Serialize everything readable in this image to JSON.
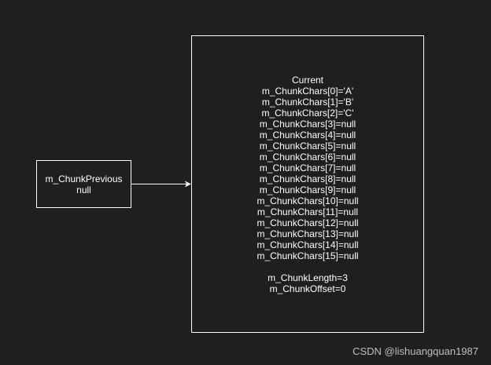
{
  "previous_node": {
    "line1": "m_ChunkPrevious",
    "line2": "null"
  },
  "current_node": {
    "title": "Current",
    "chunk_chars": [
      "m_ChunkChars[0]='A'",
      "m_ChunkChars[1]='B'",
      "m_ChunkChars[2]='C'",
      "m_ChunkChars[3]=null",
      "m_ChunkChars[4]=null",
      "m_ChunkChars[5]=null",
      "m_ChunkChars[6]=null",
      "m_ChunkChars[7]=null",
      "m_ChunkChars[8]=null",
      "m_ChunkChars[9]=null",
      "m_ChunkChars[10]=null",
      "m_ChunkChars[11]=null",
      "m_ChunkChars[12]=null",
      "m_ChunkChars[13]=null",
      "m_ChunkChars[14]=null",
      "m_ChunkChars[15]=null"
    ],
    "chunk_length": "m_ChunkLength=3",
    "chunk_offset": "m_ChunkOffset=0"
  },
  "watermark": "CSDN @lishuangquan1987",
  "colors": {
    "background": "#1f1f1f",
    "stroke": "#ffffff",
    "text": "#ffffff",
    "watermark": "#bfbfbf"
  }
}
